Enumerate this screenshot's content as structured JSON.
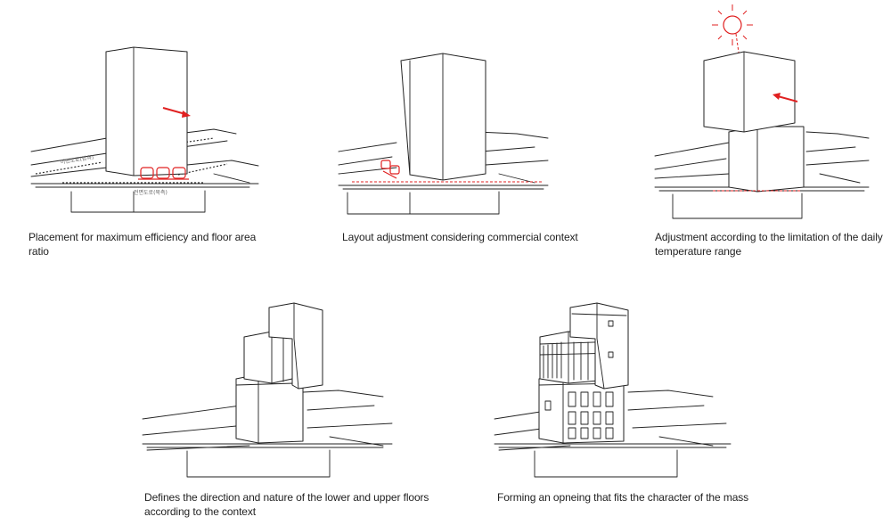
{
  "panels": [
    {
      "caption": "Placement for maximum efficiency and floor area ratio",
      "street_labels": [
        "이면도로(남측)",
        "전면도로(북측)"
      ]
    },
    {
      "caption": "Layout adjustment considering commercial context"
    },
    {
      "caption_line1": "Adjustment according to the limitation of the daily",
      "caption_line2": "temperature range"
    },
    {
      "caption_line1": "Defines the direction and nature of the lower and upper floors",
      "caption_line2": "according to the context"
    },
    {
      "caption": "Forming an opneing that fits the character of the mass"
    }
  ],
  "colors": {
    "accent": "#e02020",
    "line": "#222222"
  },
  "icons": [
    "sun-icon",
    "arrow-icon"
  ]
}
